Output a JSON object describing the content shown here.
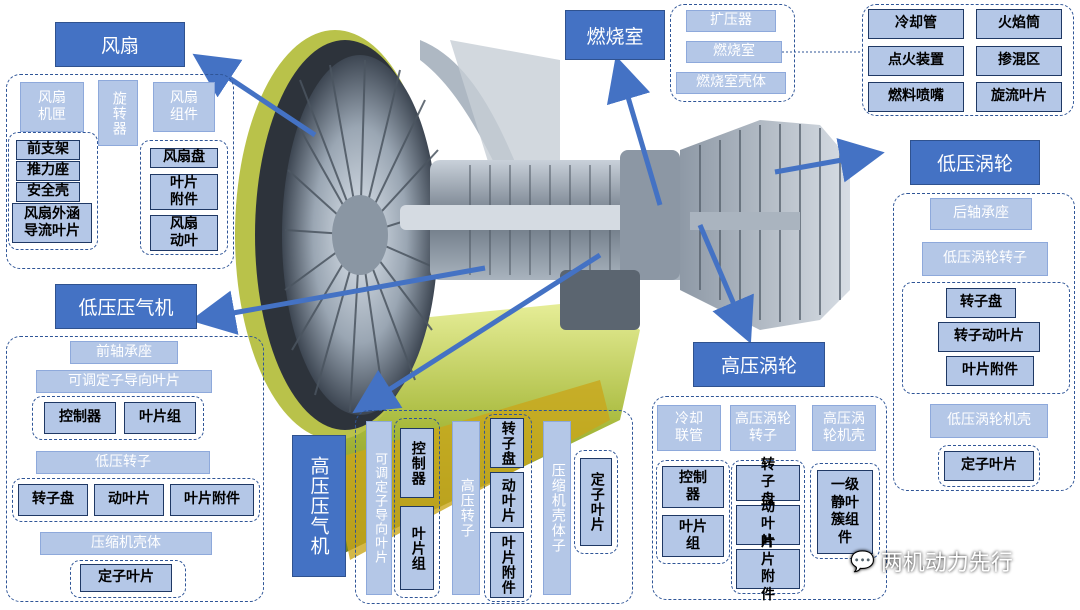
{
  "fan": {
    "header": "风扇",
    "casing": "风扇机匣",
    "rotor": "旋转器",
    "assembly": "风扇组件",
    "casing_parts": [
      "前支架",
      "推力座",
      "安全壳",
      "风扇外涵导流叶片"
    ],
    "assembly_parts": [
      "风扇盘",
      "叶片附件",
      "风扇动叶"
    ]
  },
  "combustor": {
    "header": "燃烧室",
    "items": [
      "扩压器",
      "燃烧室",
      "燃烧室壳体"
    ],
    "sub_items": [
      "冷却管",
      "火焰筒",
      "点火装置",
      "掺混区",
      "燃料喷嘴",
      "旋流叶片"
    ]
  },
  "lpc": {
    "header": "低压压气机",
    "items": [
      "前轴承座",
      "可调定子导向叶片"
    ],
    "vane_parts": [
      "控制器",
      "叶片组"
    ],
    "rotor": "低压转子",
    "rotor_parts": [
      "转子盘",
      "动叶片",
      "叶片附件"
    ],
    "casing": "压缩机壳体",
    "casing_part": "定子叶片"
  },
  "hpc": {
    "header": "高压压气机",
    "vsv": "可调定子导向叶片",
    "vsv_parts": [
      "控制器",
      "叶片组"
    ],
    "rotor": "高压转子",
    "rotor_parts": [
      "转子盘",
      "动叶片",
      "叶片附件"
    ],
    "casing": "压缩机壳体子",
    "casing_part": "定子叶片"
  },
  "hpt": {
    "header": "高压涡轮",
    "items": [
      "冷却联管",
      "高压涡轮转子",
      "高压涡轮机壳"
    ],
    "cooling_parts": [
      "控制器",
      "叶片组"
    ],
    "rotor_parts": [
      "转子盘",
      "动叶片",
      "叶片附件"
    ],
    "casing_part": "一级静叶簇组件"
  },
  "lpt": {
    "header": "低压涡轮",
    "bearing": "后轴承座",
    "rotor": "低压涡轮转子",
    "rotor_parts": [
      "转子盘",
      "转子动叶片",
      "叶片附件"
    ],
    "casing": "低压涡轮机壳",
    "casing_part": "定子叶片"
  },
  "watermark": "两机动力先行",
  "colors": {
    "header": "#4472c4",
    "light": "#b4c7e7",
    "arrow": "#4472c4",
    "dash": "#2f5597"
  }
}
